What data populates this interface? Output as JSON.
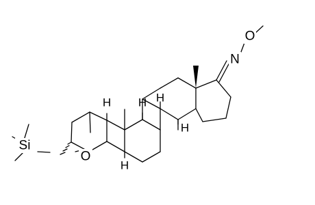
{
  "labels": {
    "silicon": "Si",
    "ether_oxygen": "O",
    "oxime_nitrogen": "N",
    "oxime_oxygen": "O"
  },
  "stereo_h_label": "H",
  "colors": {
    "bond": "#000000",
    "text": "#000000",
    "background": "#ffffff"
  }
}
